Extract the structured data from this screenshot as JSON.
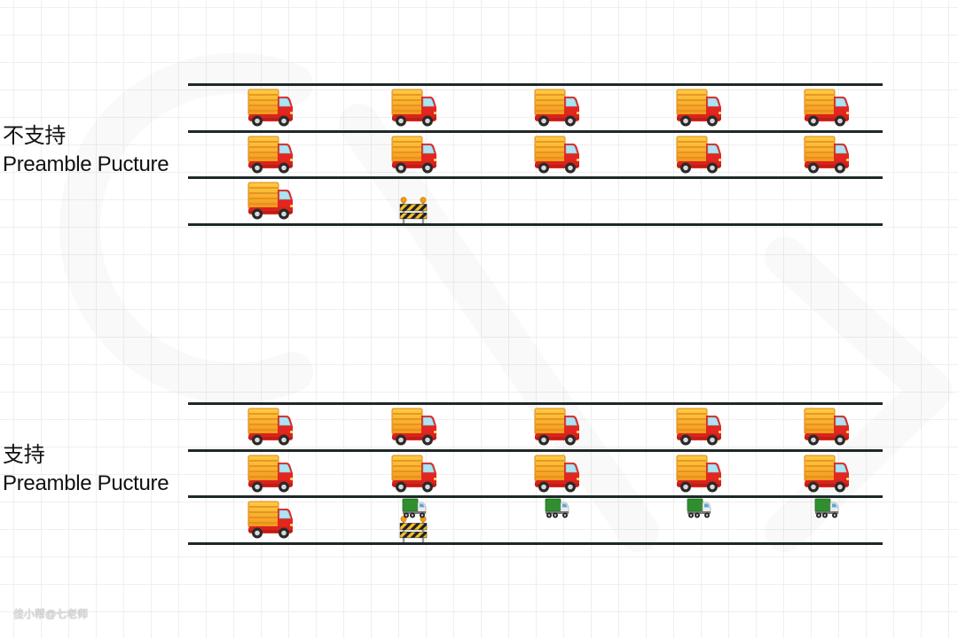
{
  "colors": {
    "lane_line": "#1e2828",
    "delivery_truck_box": "#f5a623",
    "delivery_truck_cab": "#e3261f",
    "lorry_box": "#2f8f2f",
    "barricade": "#f5c02e"
  },
  "groups": [
    {
      "label_line1": "不支持",
      "label_line2": "Preamble Pucture",
      "lanes": [
        {
          "slots": [
            [
              "delivery-truck-icon"
            ],
            [
              "delivery-truck-icon"
            ],
            [
              "delivery-truck-icon"
            ],
            [
              "delivery-truck-icon"
            ],
            [
              "delivery-truck-icon"
            ]
          ]
        },
        {
          "slots": [
            [
              "delivery-truck-icon"
            ],
            [
              "delivery-truck-icon"
            ],
            [
              "delivery-truck-icon"
            ],
            [
              "delivery-truck-icon"
            ],
            [
              "delivery-truck-icon"
            ]
          ]
        },
        {
          "slots": [
            [
              "delivery-truck-icon"
            ],
            [
              "barricade-icon"
            ],
            [],
            [],
            []
          ]
        }
      ]
    },
    {
      "label_line1": "支持",
      "label_line2": "Preamble Pucture",
      "lanes": [
        {
          "slots": [
            [
              "delivery-truck-icon"
            ],
            [
              "delivery-truck-icon"
            ],
            [
              "delivery-truck-icon"
            ],
            [
              "delivery-truck-icon"
            ],
            [
              "delivery-truck-icon"
            ]
          ]
        },
        {
          "slots": [
            [
              "delivery-truck-icon"
            ],
            [
              "delivery-truck-icon"
            ],
            [
              "delivery-truck-icon"
            ],
            [
              "delivery-truck-icon"
            ],
            [
              "delivery-truck-icon"
            ]
          ]
        },
        {
          "slots": [
            [
              "delivery-truck-icon"
            ],
            [
              "articulated-lorry-icon",
              "barricade-icon"
            ],
            [
              "articulated-lorry-icon"
            ],
            [
              "articulated-lorry-icon"
            ],
            [
              "articulated-lorry-icon"
            ]
          ]
        }
      ]
    }
  ],
  "watermark": "佳小帮@七老师"
}
